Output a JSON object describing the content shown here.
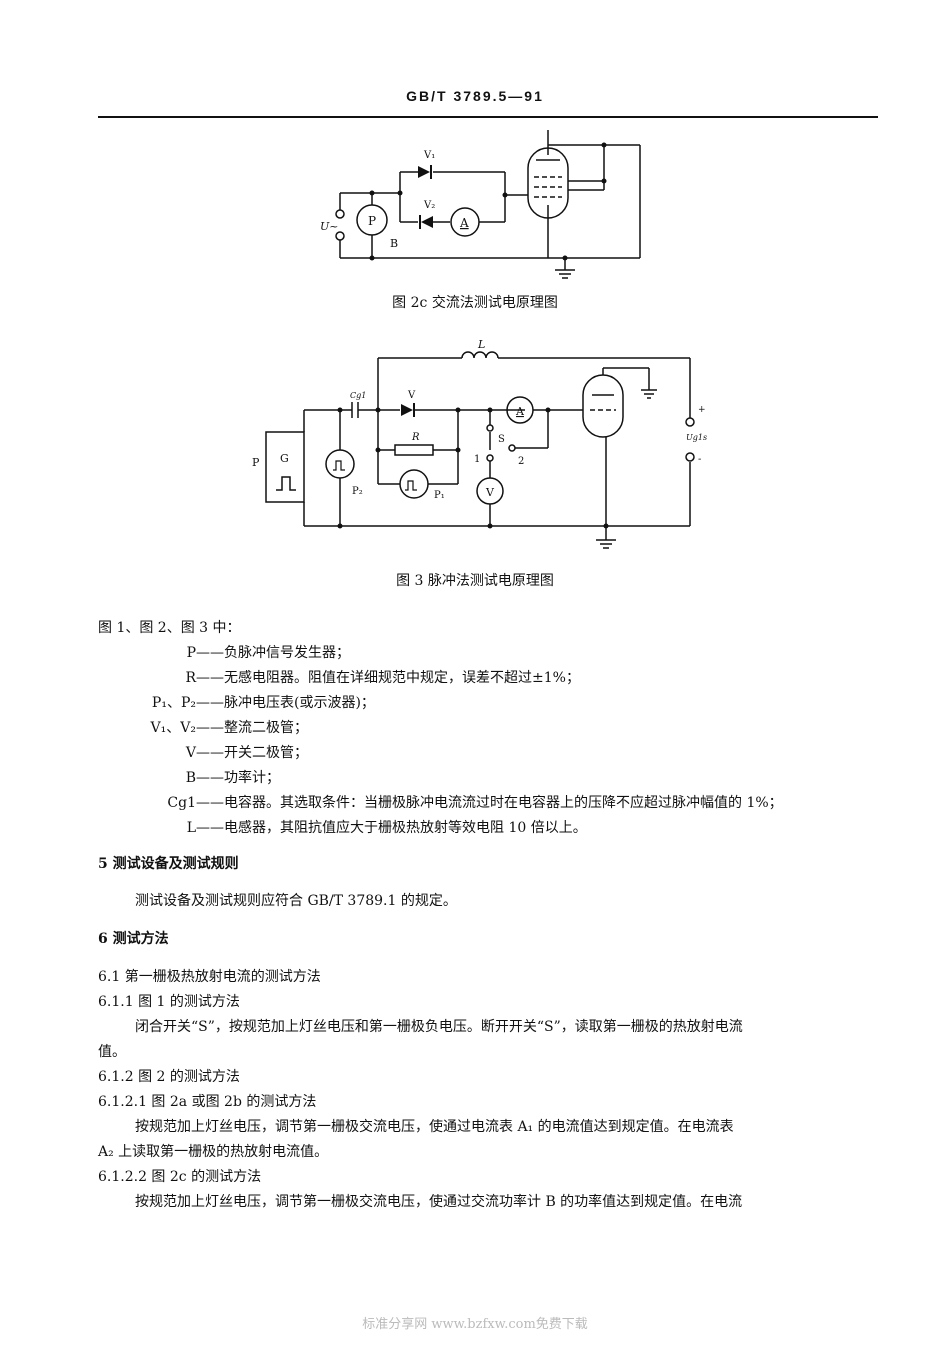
{
  "header": {
    "standard_no": "GB/T 3789.5—91"
  },
  "fig2c": {
    "caption": "图 2c 交流法测试电原理图",
    "labels": {
      "v1": "V₁",
      "v2": "V₂",
      "u": "U~",
      "p": "P",
      "b": "B",
      "a": "A"
    }
  },
  "fig3": {
    "caption": "图 3  脉冲法测试电原理图",
    "labels": {
      "l": "L",
      "cg": "Cg1",
      "v": "V",
      "r": "R",
      "s": "S",
      "one": "1",
      "two": "2",
      "p": "P",
      "g": "G",
      "p2": "P₂",
      "p1": "P₁",
      "plus": "+",
      "minus": "-",
      "ug": "Ug1s",
      "a": "A",
      "vm": "V"
    }
  },
  "legend": {
    "intro": "图 1、图 2、图 3 中：",
    "items": [
      {
        "key": "P",
        "text": "负脉冲信号发生器；"
      },
      {
        "key": "R",
        "text": "无感电阻器。阻值在详细规范中规定，误差不超过±1%；"
      },
      {
        "key": "P₁、P₂",
        "text": "脉冲电压表(或示波器)；"
      },
      {
        "key": "V₁、V₂",
        "text": "整流二极管；"
      },
      {
        "key": "V",
        "text": "开关二极管；"
      },
      {
        "key": "B",
        "text": "功率计；"
      },
      {
        "key": "Cg1",
        "text": "电容器。其选取条件：当栅极脉冲电流流过时在电容器上的压降不应超过脉冲幅值的 1%；"
      },
      {
        "key": "L",
        "text": "电感器，其阻抗值应大于栅极热放射等效电阻 10 倍以上。"
      }
    ]
  },
  "sections": {
    "s5_heading": "5   测试设备及测试规则",
    "s5_body": "测试设备及测试规则应符合 GB/T 3789.1 的规定。",
    "s6_heading": "6   测试方法",
    "s61": "6.1   第一栅极热放射电流的测试方法",
    "s611": "6.1.1   图 1 的测试方法",
    "s611_body1": "闭合开关“S”，按规范加上灯丝电压和第一栅极负电压。断开开关“S”，读取第一栅极的热放射电流",
    "s611_body2": "值。",
    "s612": "6.1.2   图 2 的测试方法",
    "s6121": "6.1.2.1   图 2a 或图 2b 的测试方法",
    "s6121_body1": "按规范加上灯丝电压，调节第一栅极交流电压，使通过电流表 A₁ 的电流值达到规定值。在电流表",
    "s6121_body2": "A₂ 上读取第一栅极的热放射电流值。",
    "s6122": "6.1.2.2   图 2c 的测试方法",
    "s6122_body1": "按规范加上灯丝电压，调节第一栅极交流电压，使通过交流功率计 B 的功率值达到规定值。在电流"
  },
  "footer": {
    "watermark": "标准分享网 www.bzfxw.com免费下载"
  }
}
